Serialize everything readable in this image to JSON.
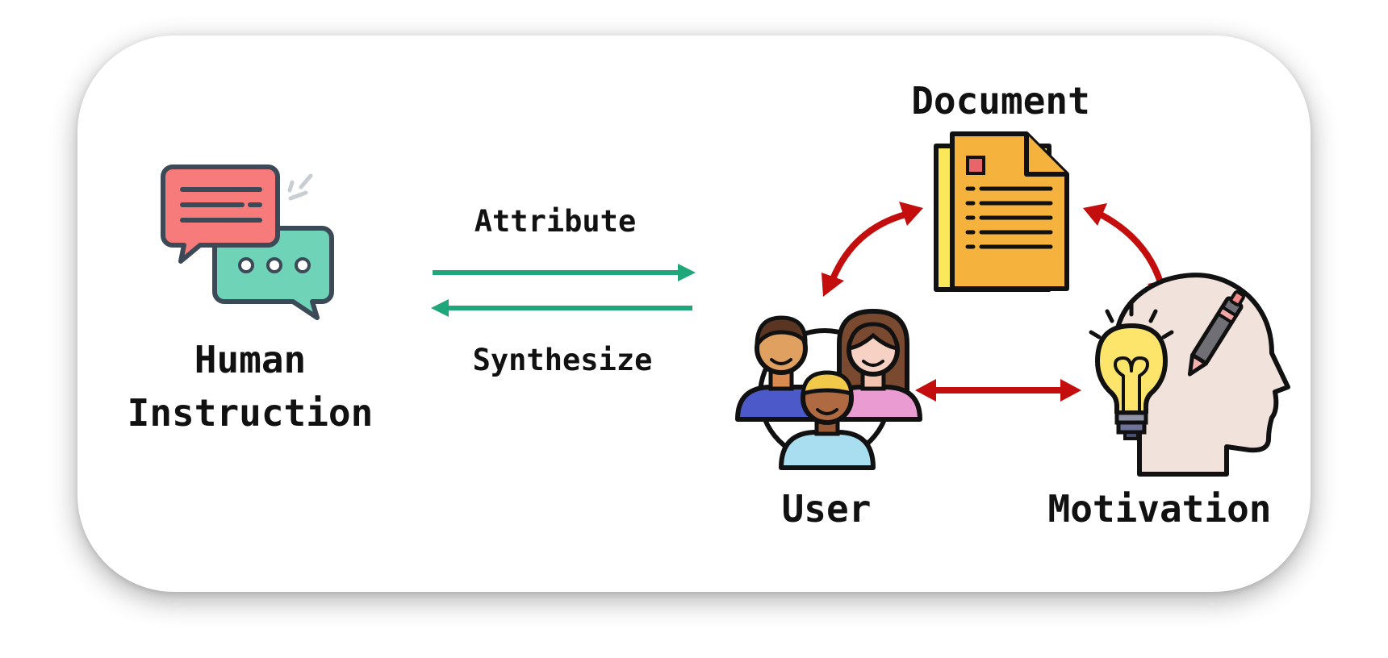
{
  "labels": {
    "human_line1": "Human",
    "human_line2": "Instruction",
    "attribute": "Attribute",
    "synthesize": "Synthesize",
    "document": "Document",
    "user": "User",
    "motivation": "Motivation"
  },
  "colors": {
    "green_arrow": "#1fa67a",
    "red_arrow": "#c40d0d",
    "bubble_red": "#f77b7b",
    "bubble_green": "#6fd3b8",
    "document_orange": "#f5b33e",
    "document_yellow": "#fbe85a",
    "bulb_yellow": "#fde56b",
    "head_skin": "#f1e2dc"
  },
  "icons": [
    "chat-bubbles-icon",
    "document-icon",
    "users-group-icon",
    "lightbulb-head-icon"
  ]
}
